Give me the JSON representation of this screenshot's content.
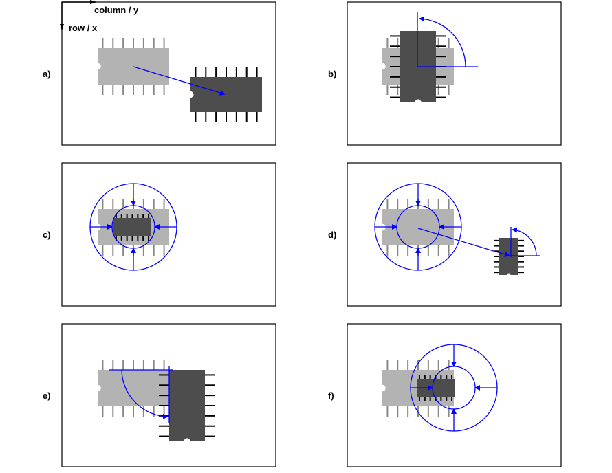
{
  "axes": {
    "column_label": "column / y",
    "row_label": "row / x"
  },
  "panels": [
    {
      "id": "a",
      "label": "a)"
    },
    {
      "id": "b",
      "label": "b)"
    },
    {
      "id": "c",
      "label": "c)"
    },
    {
      "id": "d",
      "label": "d)"
    },
    {
      "id": "e",
      "label": "e)"
    },
    {
      "id": "f",
      "label": "f)"
    }
  ],
  "colors": {
    "template_chip": "#b3b3b3",
    "found_chip": "#4d4d4d",
    "annotation": "#0000ff",
    "frame": "#000000"
  }
}
